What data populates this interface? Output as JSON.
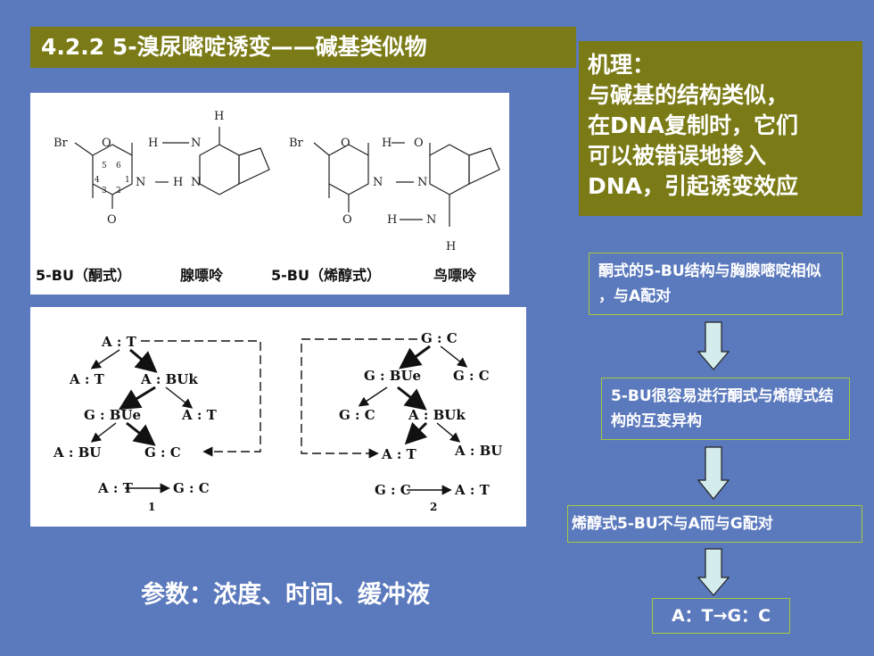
{
  "title": "4.2.2  5-溴尿嘧啶诱变——碱基类似物",
  "mechanism": {
    "lines": [
      "机理：",
      "与碱基的结构类似，",
      "在DNA复制时，它们",
      "可以被错误地掺入",
      "DNA，引起诱变效应"
    ]
  },
  "structures": {
    "labels": [
      "5-BU（酮式）",
      "腺嘌呤",
      "5-BU（烯醇式）",
      "鸟嘌呤"
    ],
    "atoms": {
      "br": "Br",
      "o": "O",
      "h": "H",
      "n": "N",
      "ring_numbers": [
        "5",
        "6",
        "4",
        "1",
        "3",
        "2"
      ]
    }
  },
  "pairing_diagram": {
    "left": {
      "top": "A : T",
      "row2": [
        "A : T",
        "A : BUk"
      ],
      "row3": [
        "G : BUe",
        "A : T"
      ],
      "row4": [
        "A : BU",
        "G : C"
      ],
      "result": [
        "A : T",
        "G : C"
      ],
      "number": "1"
    },
    "right": {
      "top": "G : C",
      "row2": [
        "G : BUe",
        "G : C"
      ],
      "row3": [
        "G : C",
        "A : BUk"
      ],
      "row4": [
        "A : T",
        "A : BU"
      ],
      "result": [
        "G : C",
        "A : T"
      ],
      "number": "2"
    }
  },
  "flow": [
    "酮式的5-BU结构与胸腺嘧啶相似 ，与A配对",
    "5-BU很容易进行酮式与烯醇式结构的互变异构",
    "烯醇式5-BU不与A而与G配对",
    "A：T→G：C"
  ],
  "params": "参数：浓度、时间、缓冲液",
  "colors": {
    "background": "#5b79bd",
    "olive": "#7a7a16",
    "box_border": "#a6c93c",
    "arrow_fill": "#d5ecec"
  }
}
